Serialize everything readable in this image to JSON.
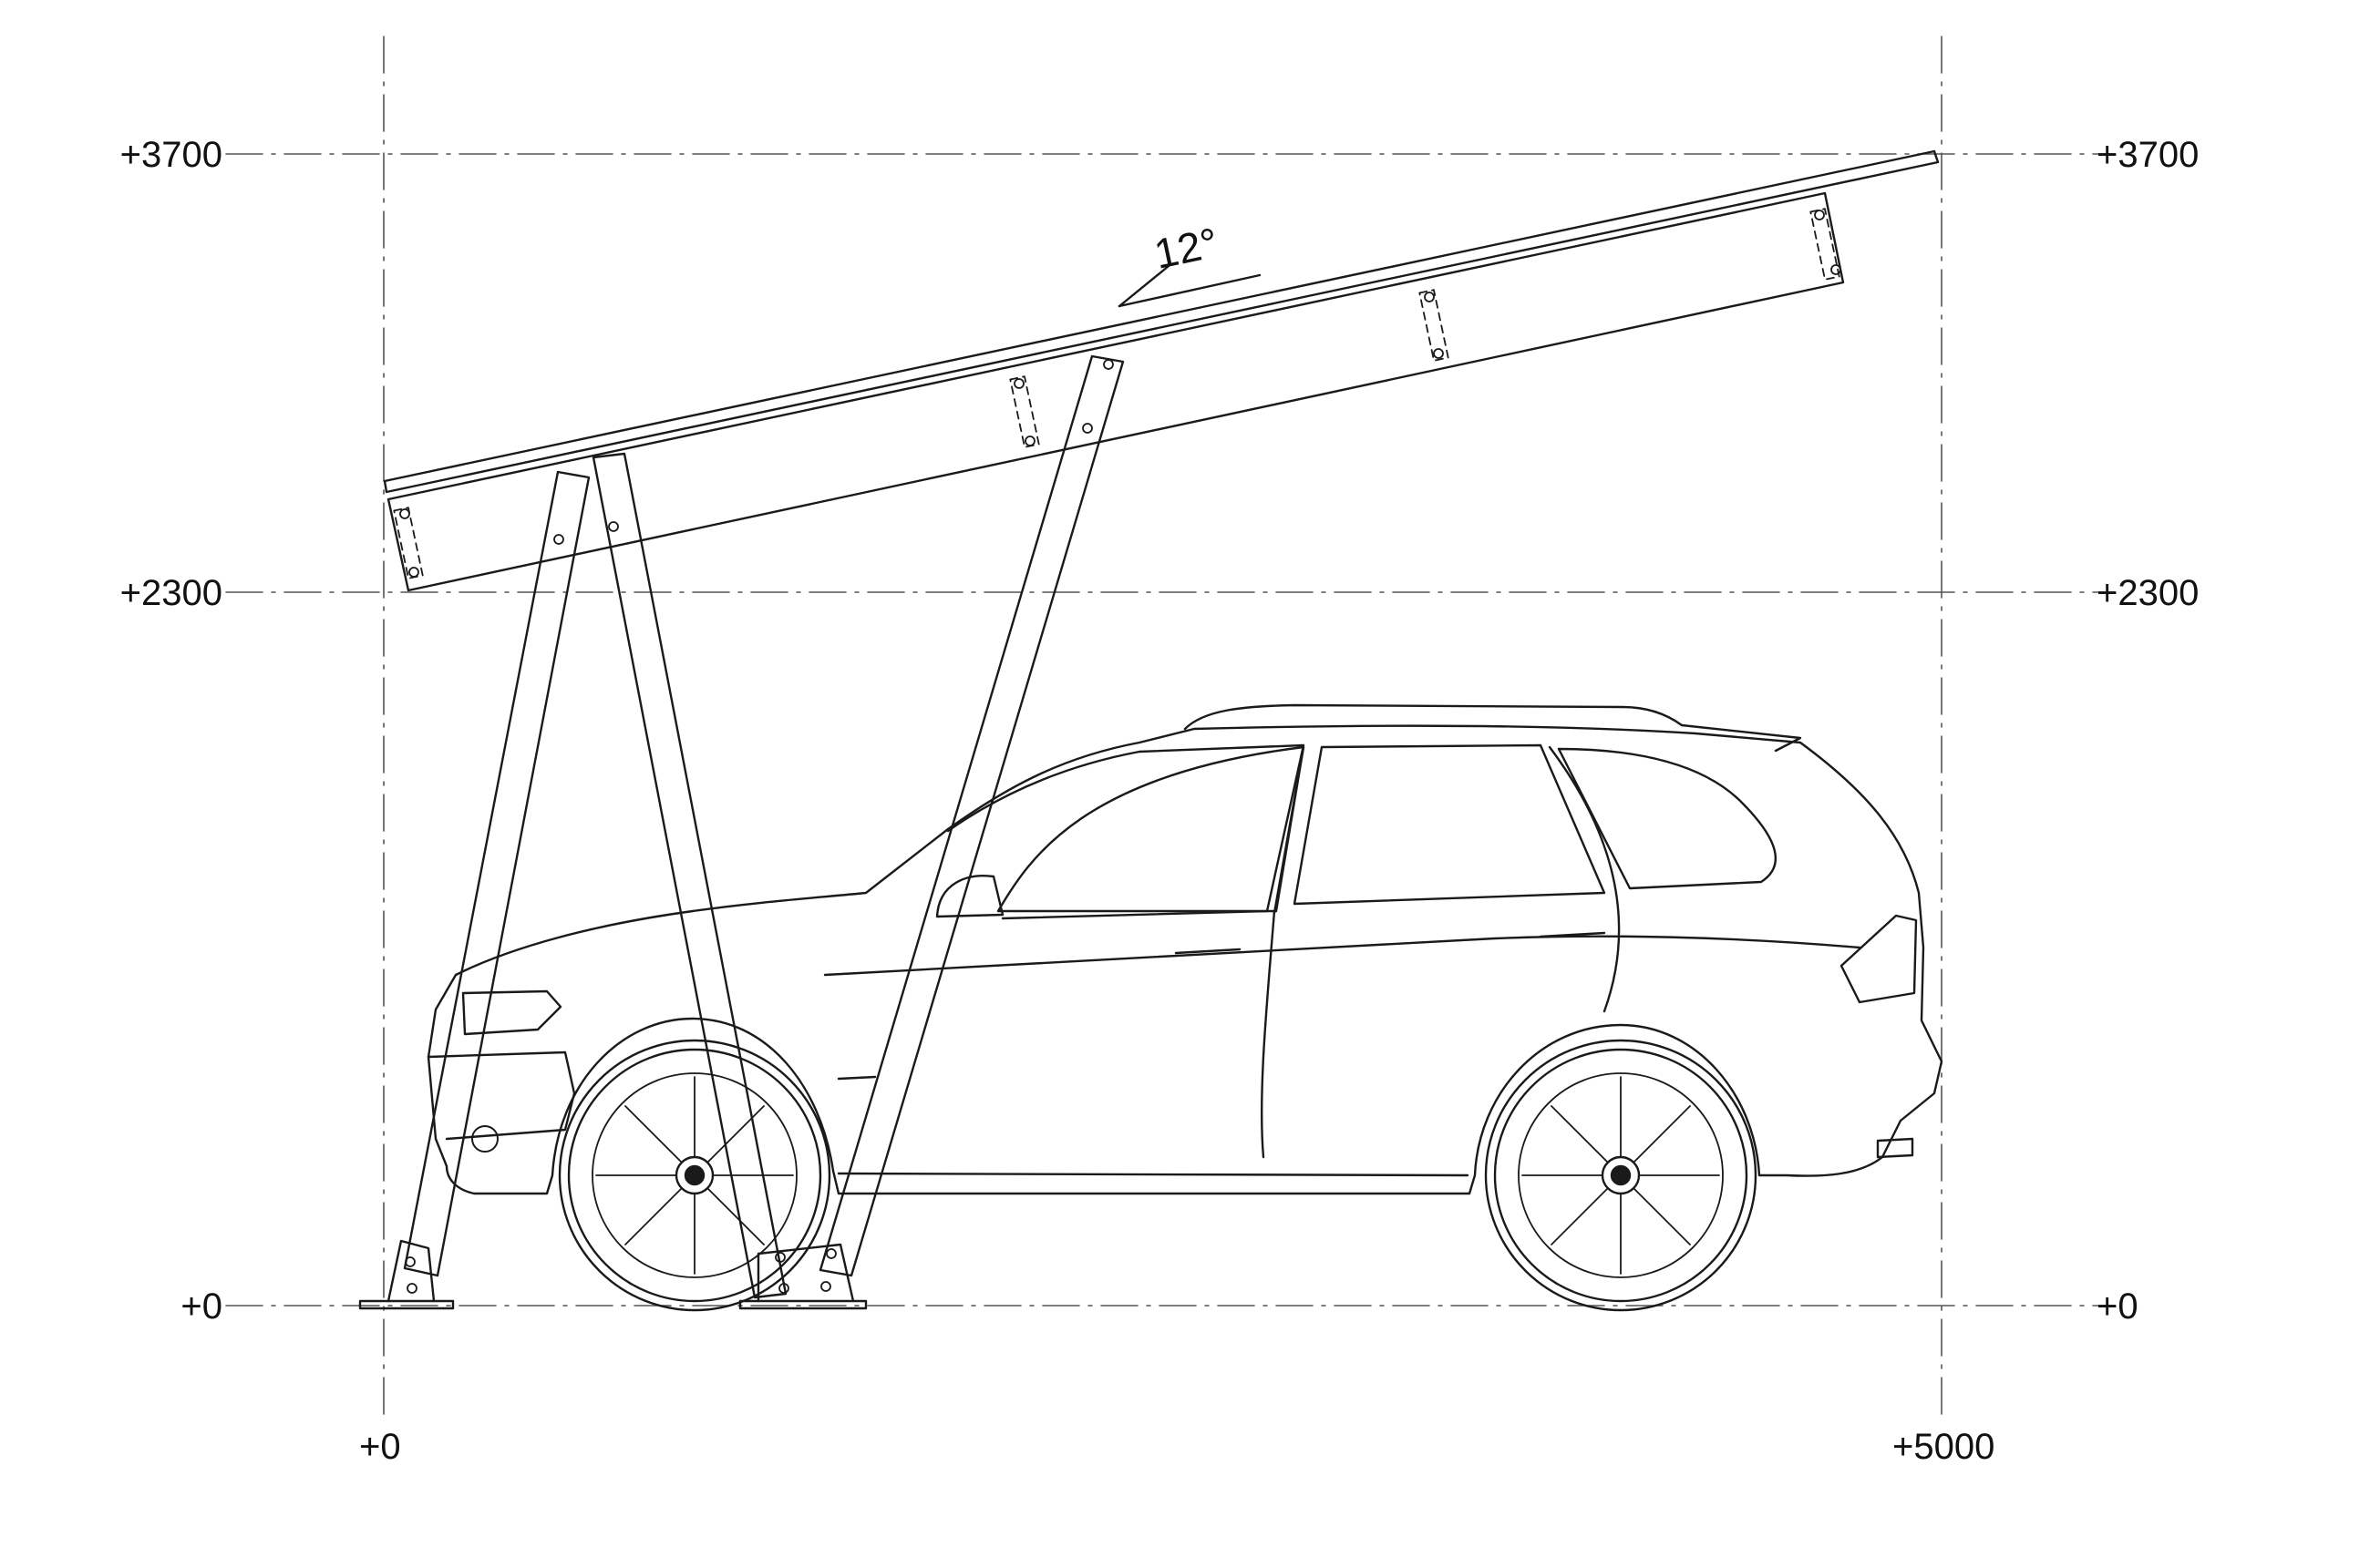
{
  "levels": {
    "top": "+3700",
    "mid": "+2300",
    "ground": "+0"
  },
  "horizontal": {
    "start": "+0",
    "end": "+5000"
  },
  "roof_angle": "12°",
  "colors": {
    "line": "#1a1a1a",
    "axis": "#555555",
    "background": "#ffffff"
  }
}
